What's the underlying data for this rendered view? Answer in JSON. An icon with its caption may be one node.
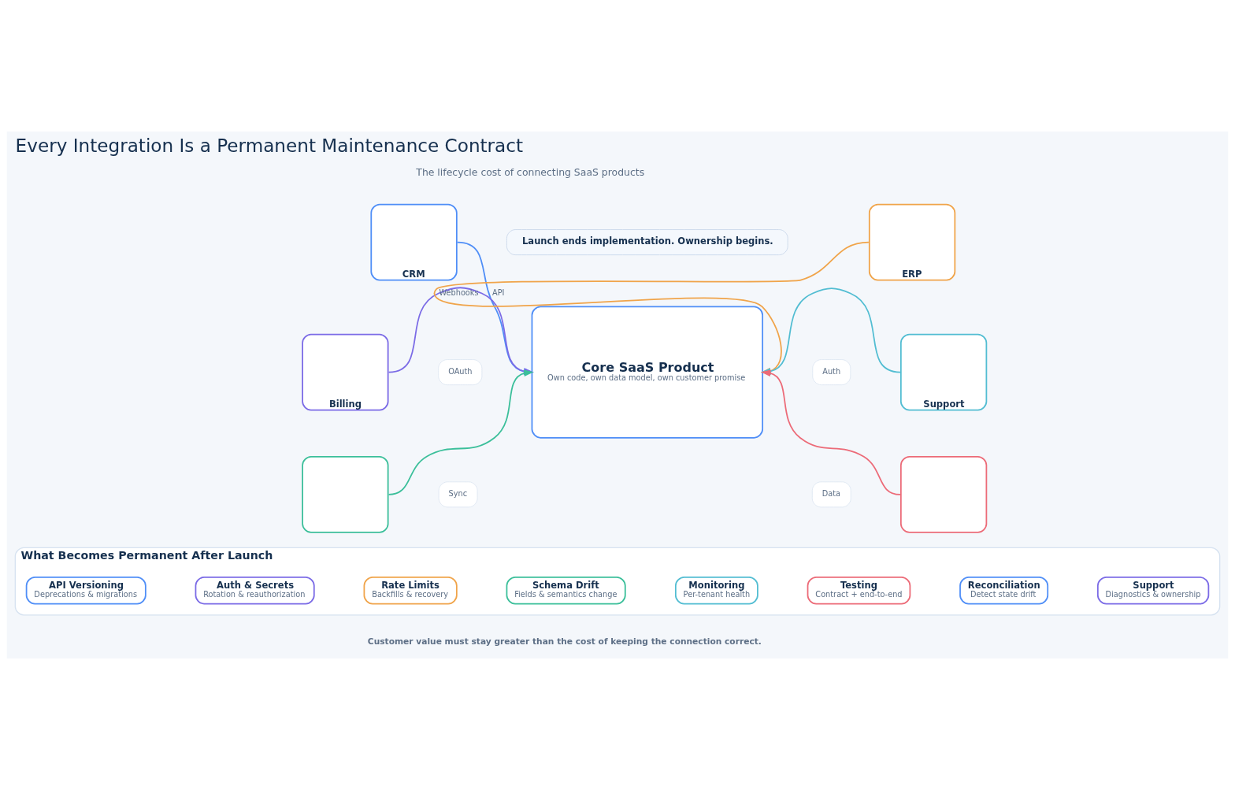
{
  "diagram": {
    "title": "Every Integration Is a Permanent Maintenance Contract",
    "caption": "Customer value must stay greater than the cost of keeping the connection correct.",
    "nodes": [
      {
        "text": [
          "CRM"
        ]
      },
      {
        "text": [
          "Billing"
        ]
      },
      {
        "text": [],
        "shape": "box"
      },
      {
        "text": [
          "Launch ends implementation. Ownership begins."
        ]
      },
      {
        "text": [
          "Core SaaS Product",
          "Own code, own data model, own customer promise"
        ]
      },
      {
        "text": [
          "ERP"
        ]
      },
      {
        "text": [
          "Support"
        ]
      },
      {
        "text": [],
        "shape": "box"
      },
      {
        "text": [
          "OAuth"
        ]
      },
      {
        "text": [
          "Sync"
        ]
      },
      {
        "text": [
          "Auth"
        ]
      },
      {
        "text": [
          "Data"
        ]
      },
      {
        "text": [
          "What Becomes Permanent After Launch"
        ]
      },
      {
        "text": [
          "API Versioning",
          "Deprecations & migrations"
        ],
        "in": 12
      },
      {
        "text": [
          "Auth & Secrets",
          "Rotation & reauthorization"
        ],
        "in": 12
      },
      {
        "text": [
          "Rate Limits",
          "Backfills & recovery"
        ],
        "in": 12
      },
      {
        "text": [
          "Schema Drift",
          "Fields & semantics change"
        ],
        "in": 12
      },
      {
        "text": [
          "Monitoring",
          "Per-tenant health"
        ],
        "in": 12
      },
      {
        "text": [
          "Testing",
          "Contract + end-to-end"
        ],
        "in": 12
      },
      {
        "text": [
          "Reconciliation",
          "Detect state drift"
        ],
        "in": 12
      },
      {
        "text": [
          "Support",
          "Diagnostics & ownership"
        ],
        "in": 12
      }
    ],
    "edges": [
      {
        "from": 0,
        "to": 4,
        "arrow": "to",
        "label": "API",
        "color": "#4f8ef7"
      },
      {
        "from": 1,
        "to": 4,
        "arrow": "to",
        "color": "#7b6be6"
      },
      {
        "from": 2,
        "to": 4,
        "arrow": "to",
        "color": "#3bbf9a"
      },
      {
        "from": 5,
        "to": 4,
        "arrow": "to",
        "label": "Webhooks",
        "color": "#f0a44a"
      },
      {
        "from": 6,
        "to": 4,
        "arrow": "to",
        "color": "#52bdd2"
      },
      {
        "from": 7,
        "to": 4,
        "arrow": "to",
        "color": "#ec6b78"
      }
    ],
    "labels": [
      "The lifecycle cost of connecting SaaS products"
    ]
  }
}
